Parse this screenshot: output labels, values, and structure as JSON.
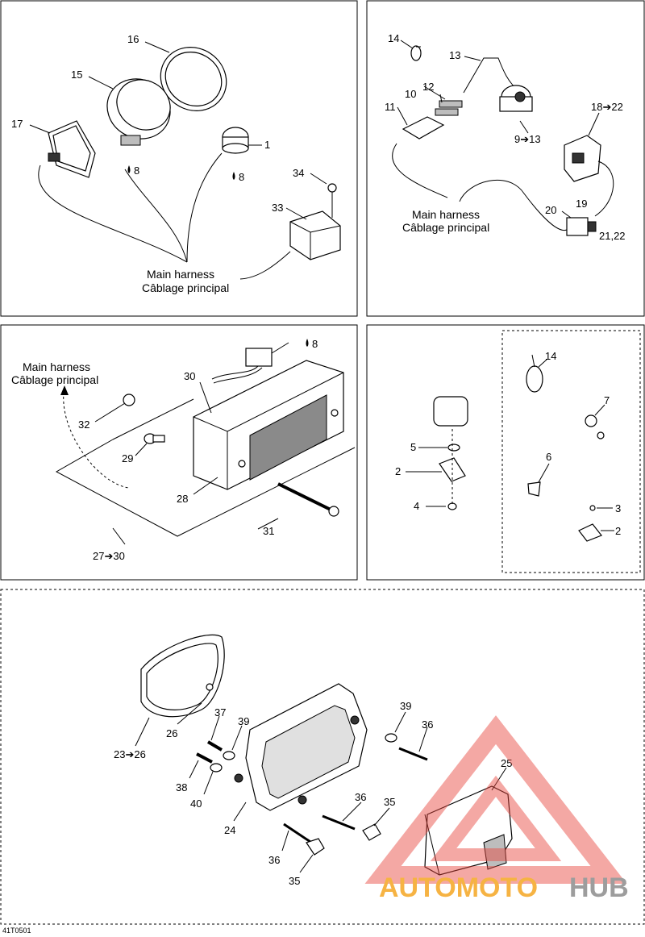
{
  "panel_top_left": {
    "labels": [
      "15",
      "16",
      "17",
      "1",
      "34",
      "33"
    ],
    "drop_mark": "8",
    "harness_en": "Main harness",
    "harness_fr": "Câblage principal"
  },
  "panel_top_right": {
    "labels": [
      "14",
      "13",
      "10",
      "12",
      "11",
      "9➔13",
      "18➔22",
      "19",
      "20",
      "21,22"
    ],
    "harness_en": "Main harness",
    "harness_fr": "Câblage principal"
  },
  "panel_mid_left": {
    "labels": [
      "30",
      "32",
      "29",
      "28",
      "31",
      "27➔30"
    ],
    "drop_mark": "8",
    "harness_en": "Main harness",
    "harness_fr": "Câblage principal"
  },
  "panel_mid_right": {
    "labels": [
      "5",
      "2",
      "4",
      "14",
      "7",
      "6",
      "3",
      "2"
    ]
  },
  "panel_bottom": {
    "labels": [
      "37",
      "39",
      "26",
      "23➔26",
      "38",
      "40",
      "24",
      "39",
      "36",
      "36",
      "35",
      "36",
      "35",
      "25"
    ]
  },
  "watermark": {
    "part1": "AUTOMOTO",
    "part2": "HUB"
  },
  "figure_code": "41T0501",
  "colors": {
    "watermark_red": "#e8463c",
    "watermark_orange": "#f5a623",
    "watermark_grey": "#8c8c8c"
  }
}
